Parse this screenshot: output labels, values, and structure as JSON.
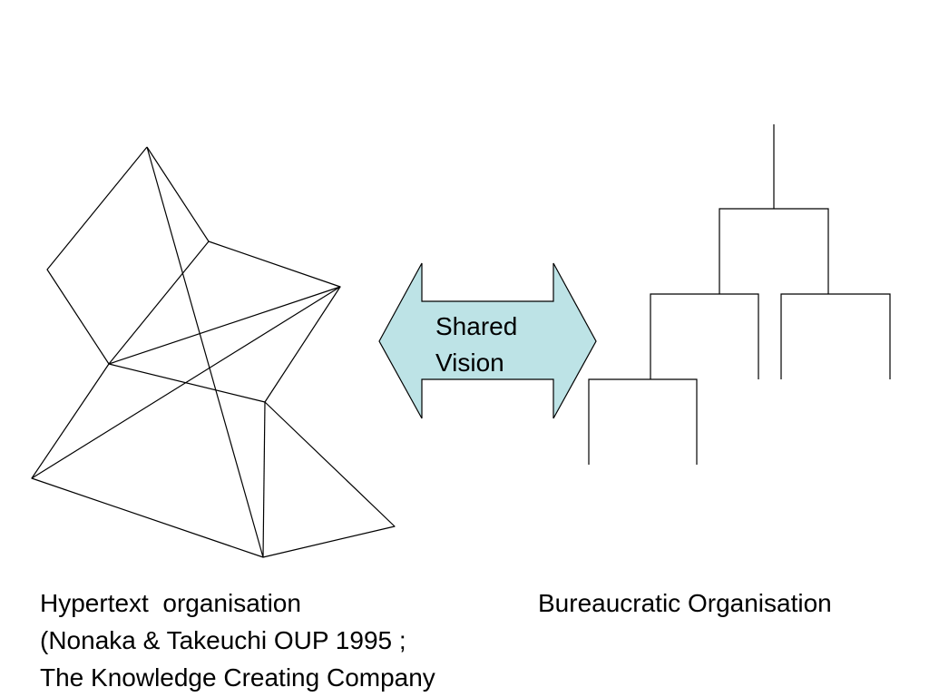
{
  "arrow": {
    "label_line1": "Shared",
    "label_line2": "Vision",
    "fill_color": "#bde3e6"
  },
  "left_caption": {
    "line1": "Hypertext  organisation",
    "line2": "(Nonaka & Takeuchi OUP 1995 ;",
    "line3": "The Knowledge Creating Company"
  },
  "right_caption": {
    "line1": "Bureaucratic Organisation"
  }
}
